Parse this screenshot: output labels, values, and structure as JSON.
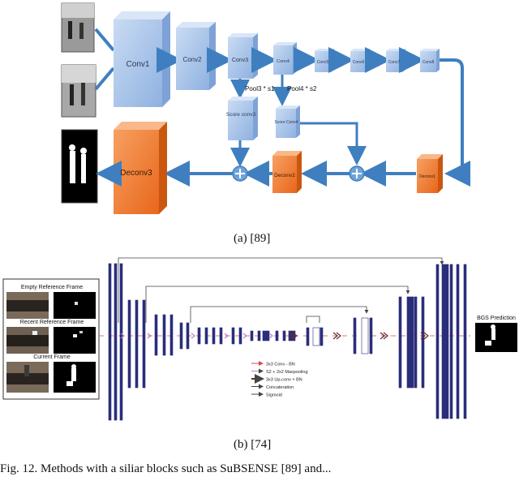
{
  "diagram_a": {
    "caption": "(a)   [89]",
    "blocks": {
      "conv1": "Conv1",
      "conv2": "Conv2",
      "conv3": "Conv3",
      "conv4": "Conv4",
      "conv5": "Conv5",
      "conv6": "Conv6",
      "conv7": "Conv7",
      "conv8": "Conv8",
      "score_conv3": "Score conv3",
      "score_conv4": "Score Conv4",
      "deconv1": "Deconv1",
      "deconv2": "Deconv2",
      "deconv3": "Deconv3"
    },
    "pool3_label": "Pool3 * s1",
    "pool4_label": "Pool4 * s2",
    "colors": {
      "blue_block": "#a9c3e8",
      "orange_block": "#f07a2a",
      "arrow": "#3f7fbf"
    }
  },
  "diagram_b": {
    "caption": "(b)   [74]",
    "inputs": {
      "empty_ref": "Empty Reference Frame",
      "recent_ref": "Recent Reference Frame",
      "current": "Current Frame"
    },
    "output_label": "BGS Prediction",
    "legend": [
      {
        "label": "3x3 Conv - BN",
        "color": "#d94a4a"
      },
      {
        "label": "S2 + 2x2 Maxpooling",
        "color": "#c77ad6"
      },
      {
        "label": "3x3 Up-conv + BN",
        "color": "#6b2a2a"
      },
      {
        "label": "Concateration",
        "color": "#444444"
      },
      {
        "label": "Sigmoid",
        "color": "#444444"
      }
    ],
    "colors": {
      "bar": "#2a2d7a"
    }
  },
  "figure_caption": "Fig. 12. Methods with a siliar  blocks such as SuBSENSE [89] and..."
}
